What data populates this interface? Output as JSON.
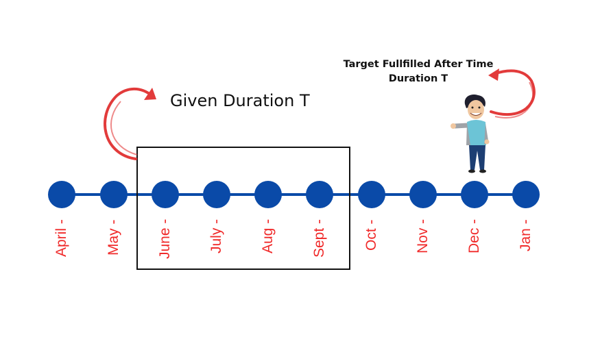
{
  "months": [
    "April -",
    "May -",
    "June -",
    "July -",
    "Aug -",
    "Sept -",
    "Oct -",
    "Nov -",
    "Dec -",
    "Jan -"
  ],
  "given_duration_label": "Given Duration T",
  "target_label_line1": "Target Fullfilled After Time",
  "target_label_line2": "Duration T",
  "colors": {
    "node": "#0a4aa8",
    "line": "#0a4aa8",
    "month_text": "#f02a2a",
    "arrow": "#e23b3b",
    "box": "#111111"
  },
  "icons": [
    "curved-arrow-icon",
    "person-pointing-icon"
  ]
}
